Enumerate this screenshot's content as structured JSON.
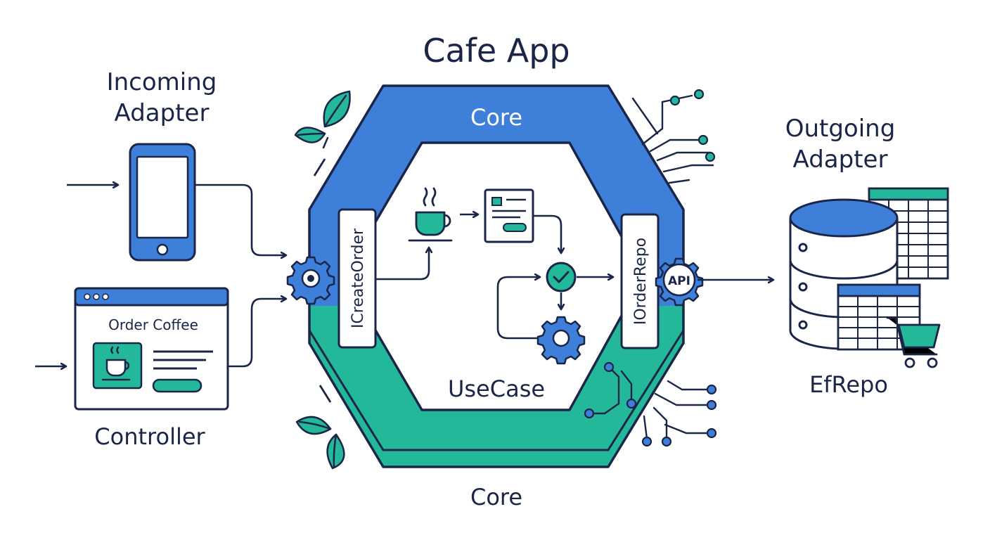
{
  "title": "Cafe App",
  "incoming": {
    "heading_line1": "Incoming",
    "heading_line2": "Adapter",
    "browser_title": "Order Coffee",
    "controller_label": "Controller"
  },
  "core": {
    "top_label": "Core",
    "bottom_label": "Core",
    "usecase_label": "UseCase",
    "port_in": "ICreateOrder",
    "port_out": "IOrderRepo",
    "api_badge": "API"
  },
  "outgoing": {
    "heading_line1": "Outgoing",
    "heading_line2": "Adapter",
    "repo_label": "EfRepo"
  },
  "colors": {
    "ink": "#1b2547",
    "blue": "#3d7fd9",
    "teal": "#24b89a",
    "white": "#ffffff"
  },
  "icons": [
    "phone-icon",
    "browser-window-icon",
    "coffee-cup-icon",
    "document-icon",
    "check-icon",
    "gear-icon",
    "database-icon",
    "spreadsheet-icon",
    "cart-icon",
    "leaf-icon",
    "circuit-icon"
  ]
}
